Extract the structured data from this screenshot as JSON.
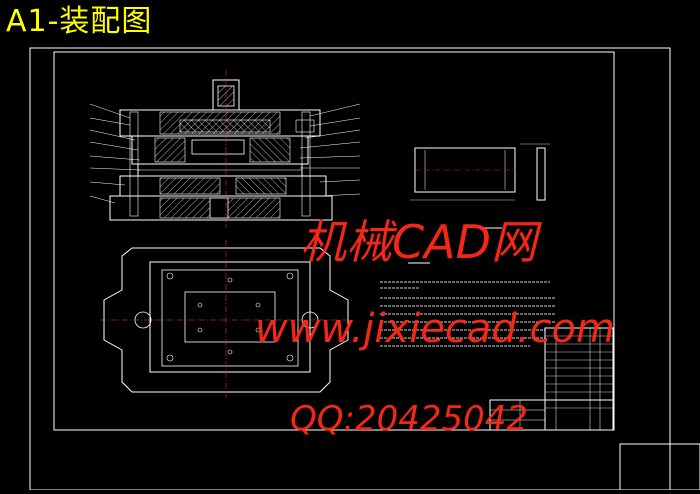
{
  "drawing": {
    "title": "A1-装配图"
  },
  "watermarks": {
    "site_name": "机械CAD网",
    "url": "www.jixiecad.com",
    "qq": "QQ:20425042"
  },
  "colors": {
    "background": "#000000",
    "title": "#ffff00",
    "watermark": "#ff2a1a",
    "line_white": "#ffffff",
    "hatch": "#e0e0e0"
  }
}
